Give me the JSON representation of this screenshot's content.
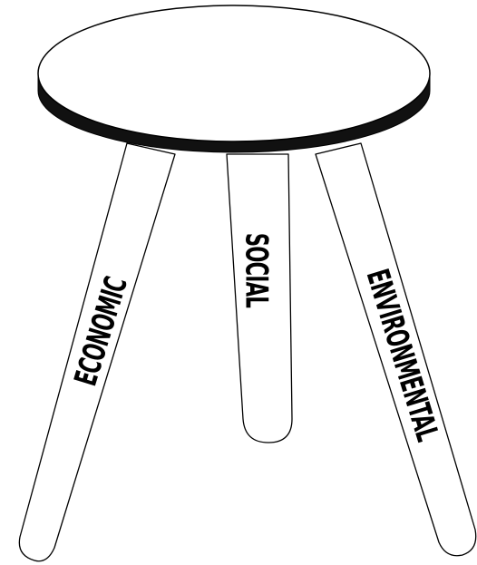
{
  "diagram": {
    "legs": [
      {
        "label": "ECONOMIC"
      },
      {
        "label": "SOCIAL"
      },
      {
        "label": "ENVIRONMENTAL"
      }
    ],
    "colors": {
      "line": "#000000",
      "fill": "#ffffff",
      "seat_rim": "#111111"
    }
  }
}
